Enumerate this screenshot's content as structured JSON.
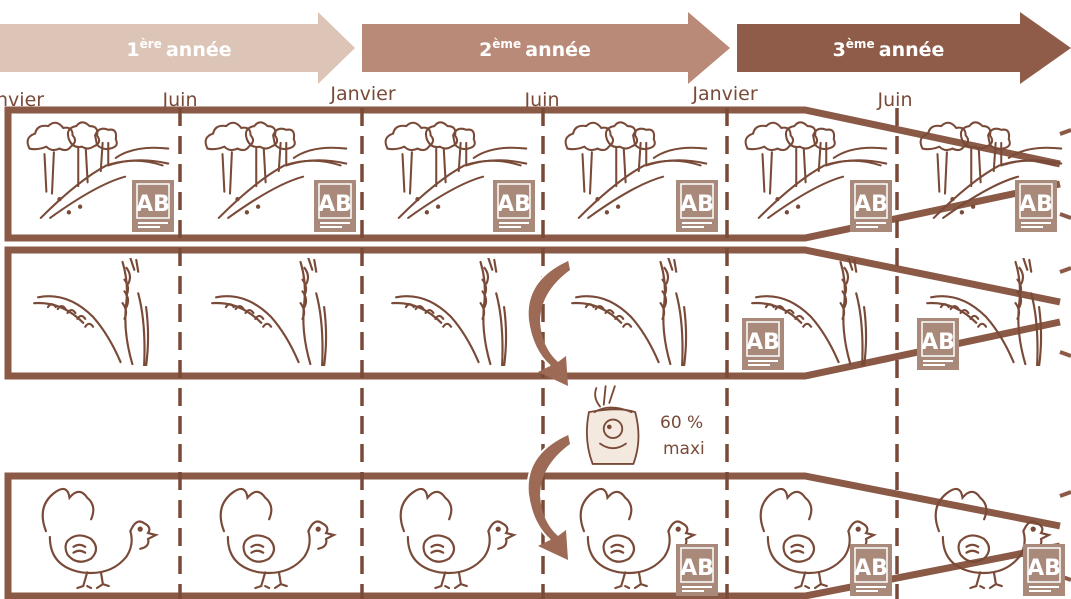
{
  "years": [
    {
      "num": "1",
      "sup": "ère",
      "label": "année",
      "color": "#dcc5b6"
    },
    {
      "num": "2",
      "sup": "ème",
      "label": "année",
      "color": "#b98a77"
    },
    {
      "num": "3",
      "sup": "ème",
      "label": "année",
      "color": "#8e5c48"
    }
  ],
  "months": [
    "Janvier",
    "Juin",
    "Janvier",
    "Juin",
    "Janvier",
    "Juin"
  ],
  "first_month_partial": "nvier",
  "feed_note": {
    "line1": "60 %",
    "line2": "maxi"
  },
  "rows": [
    {
      "name": "land",
      "icon": "forest-hills-icon"
    },
    {
      "name": "crops",
      "icon": "wheat-icon"
    },
    {
      "name": "poultry",
      "icon": "hen-icon"
    }
  ],
  "badge": "AB",
  "colors": {
    "frame": "#8a5a47",
    "dash": "#7a4a38",
    "badge": "#a98a7a"
  }
}
